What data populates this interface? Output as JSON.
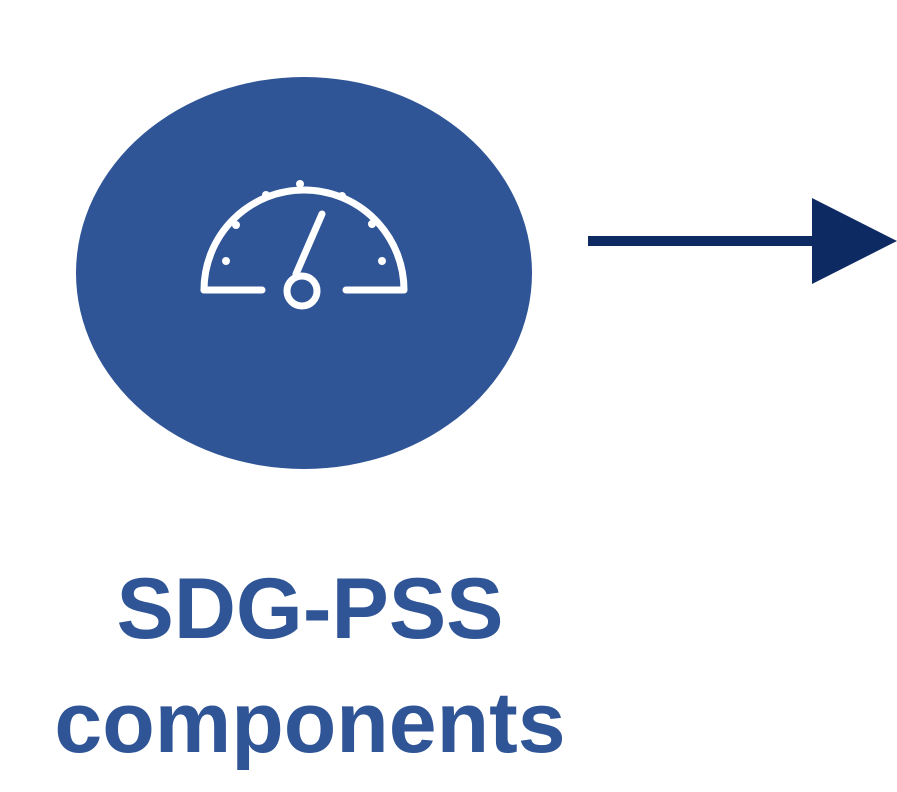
{
  "node": {
    "icon": "speedometer-gauge-icon",
    "circle_color": "#2f5597",
    "label_line1": "SDG-PSS",
    "label_line2": "components",
    "label_color": "#2f5597"
  },
  "connector": {
    "type": "arrow-right",
    "color": "#0e2a63"
  }
}
